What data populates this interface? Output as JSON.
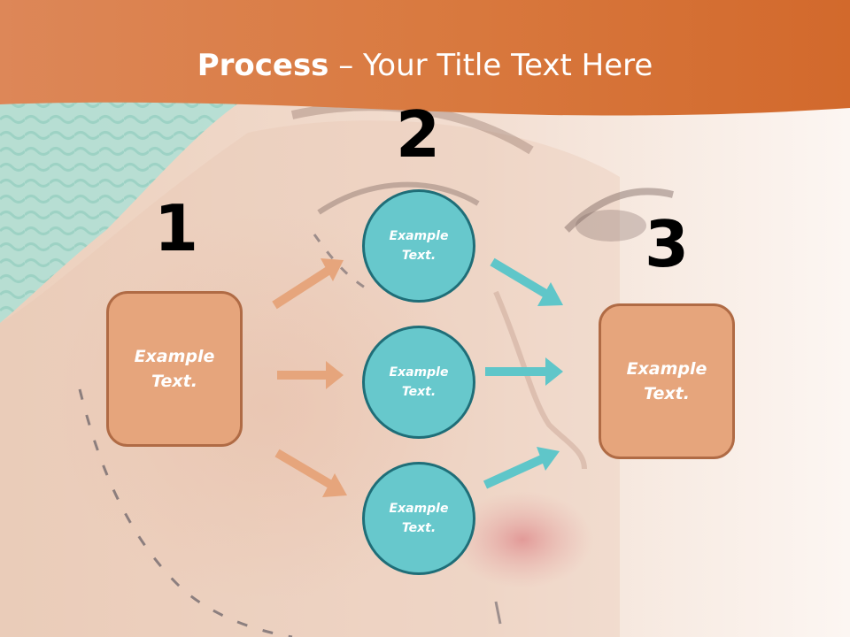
{
  "title": {
    "strong": "Process",
    "rest": " – Your Title Text Here"
  },
  "numbers": [
    "1",
    "2",
    "3"
  ],
  "left_box": {
    "text": "Example Text."
  },
  "right_box": {
    "text": "Example Text."
  },
  "circles": [
    {
      "text": "Example Text."
    },
    {
      "text": "Example Text."
    },
    {
      "text": "Example Text."
    }
  ],
  "colors": {
    "header": "#d2692c",
    "box_fill": "#e6a57c",
    "box_border": "#b06b45",
    "circle_fill": "#67c8cc",
    "circle_border": "#1f6e78",
    "arrow_orange": "#e6a57c",
    "arrow_teal": "#5fc6c9"
  }
}
